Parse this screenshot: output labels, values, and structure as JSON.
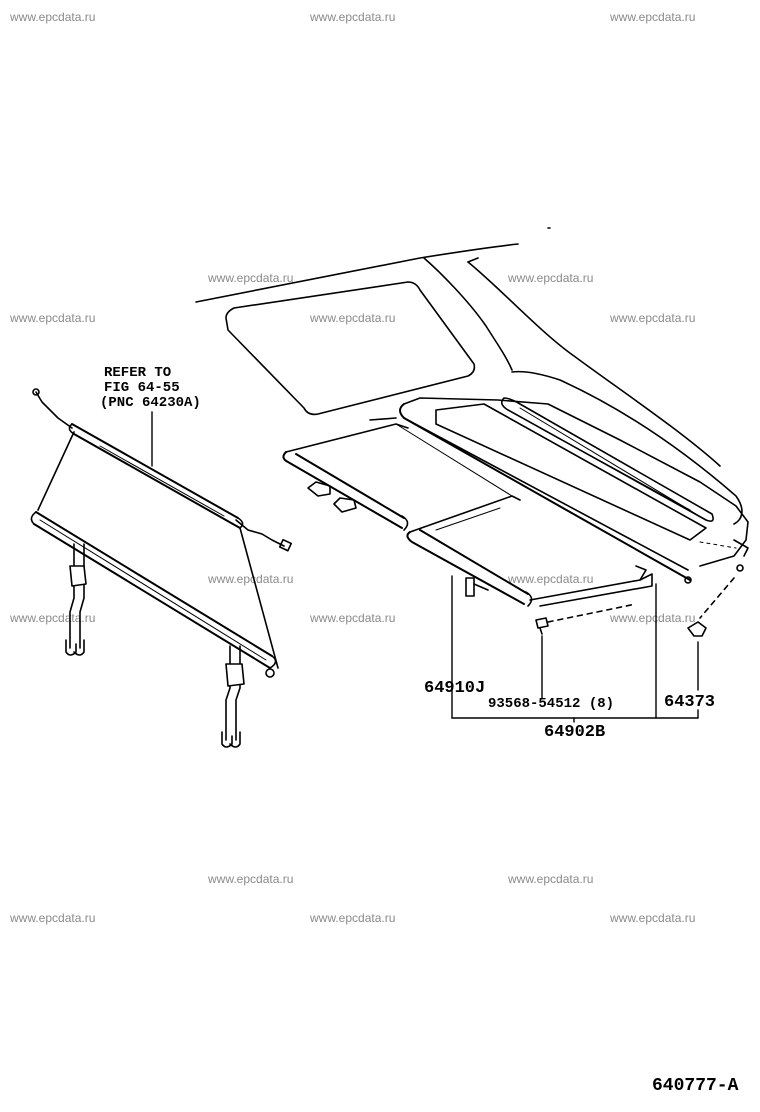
{
  "watermark": "www.epcdata.ru",
  "refer": {
    "line1": "REFER TO",
    "line2": "FIG 64-55",
    "line3": "(PNC 64230A)"
  },
  "parts": {
    "p64910J": "64910J",
    "p93568": "93568-54512 (8)",
    "p64373": "64373",
    "p64902B": "64902B"
  },
  "figure_id": "640777-A"
}
